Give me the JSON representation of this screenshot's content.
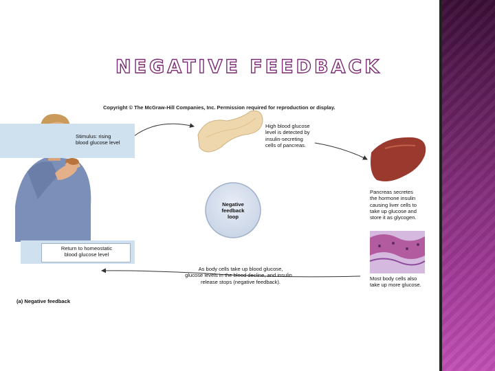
{
  "slide": {
    "title": "NEGATIVE FEEDBACK",
    "accent_color": "#7a2a72"
  },
  "figure": {
    "copyright": "Copyright © The McGraw-Hill Companies, Inc. Permission required for reproduction or display.",
    "stimulus": [
      "Stimulus: rising",
      "blood glucose level"
    ],
    "pancreas_text": [
      "High blood glucose",
      "level is detected by",
      "insulin-secreting",
      "cells of pancreas."
    ],
    "center_loop": [
      "Negative",
      "feedback",
      "loop"
    ],
    "liver_text": [
      "Pancreas secretes",
      "the hormone insulin",
      "causing liver cells to",
      "take up glucose and",
      "store it as glycogen."
    ],
    "cells_text": [
      "Most body cells also",
      "take up more glucose."
    ],
    "decline_text": [
      "As body cells take up blood glucose,",
      "glucose levels in the blood decline, and insulin",
      "release stops (negative feedback)."
    ],
    "return_box": [
      "Return to homeostatic",
      "blood glucose level"
    ],
    "caption": "(a) Negative feedback"
  }
}
